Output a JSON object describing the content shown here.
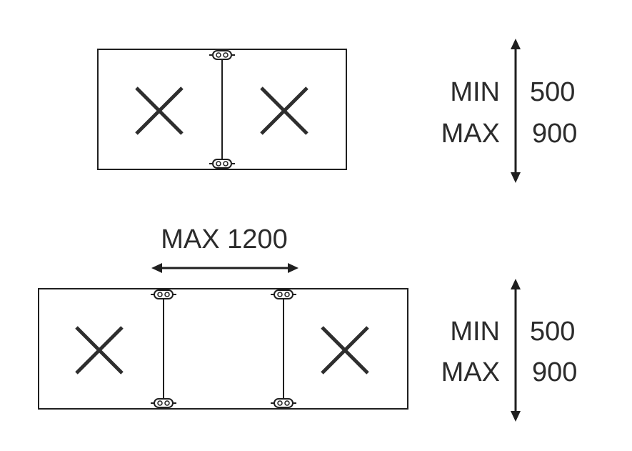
{
  "top_panel": {
    "min_label": "MIN",
    "min_value": "500",
    "max_label": "MAX",
    "max_value": "900"
  },
  "bottom_panel": {
    "width_label": "MAX 1200",
    "min_label": "MIN",
    "min_value": "500",
    "max_label": "MAX",
    "max_value": "900"
  },
  "icons": {
    "panel_mark": "x-mark-icon",
    "clamp": "clamp-icon"
  },
  "colors": {
    "line": "#1f1f1f",
    "mark": "#2e2e2e",
    "text": "#2b2b2b",
    "background": "#ffffff"
  }
}
